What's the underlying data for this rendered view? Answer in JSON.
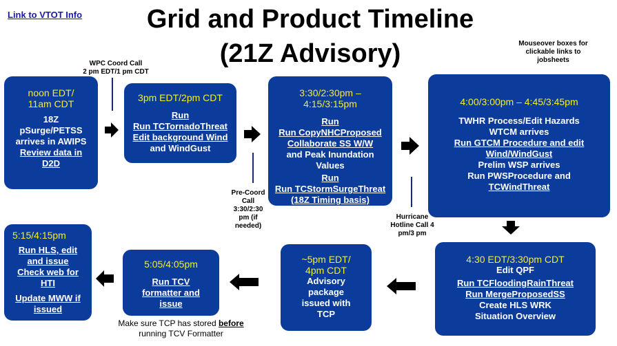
{
  "header": {
    "vtot_link": "Link to VTOT Info",
    "title_line1": "Grid and Product Timeline",
    "title_line2": "(21Z Advisory)",
    "mouseover_note": "Mouseover boxes for clickable links to jobsheets"
  },
  "notes": {
    "wpc_call": "WPC Coord Call",
    "wpc_time": "2 pm EDT/1 pm CDT",
    "precoord": "Pre-Coord Call 3:30/2:30 pm (if needed)",
    "hurricane_hotline": "Hurricane Hotline Call 4 pm/3 pm",
    "tcp_before_1": "Make sure TCP has stored ",
    "tcp_before_bold": "before",
    "tcp_before_2": "running TCV Formatter"
  },
  "boxes": {
    "b1": {
      "time": "noon EDT/ 11am CDT",
      "l1": "18Z pSurge/PETSS arrives in AWIPS",
      "l2": "Review data in D2D"
    },
    "b2": {
      "time": "3pm EDT/2pm CDT",
      "l1": "Run TCTornadoThreat",
      "l2": "Edit background Wind",
      "l3": " and WindGust"
    },
    "b3": {
      "time": "3:30/2:30pm – 4:15/3:15pm",
      "l1": "Run CopyNHCProposed",
      "l2": "Collaborate SS W/W",
      "l3": "and Peak Inundation Values",
      "l4": "Run TCStormSurgeThreat",
      "l5": "(18Z Timing basis)"
    },
    "b4": {
      "time": "4:00/3:00pm – 4:45/3:45pm",
      "l1": "TWHR Process/Edit Hazards",
      "l2": "WTCM arrives",
      "l3": "Run GTCM Procedure and edit Wind/WindGust",
      "l4": "Prelim WSP arrives",
      "l5": "Run PWSProcedure and",
      "l6": "TCWindThreat"
    },
    "b5": {
      "time": "4:30 EDT/3:30pm CDT",
      "l1": "Edit QPF",
      "l2": "Run TCFloodingRainThreat",
      "l3": "Run MergeProposedSS",
      "l4": "Create HLS WRK",
      "l5": "Situation Overview"
    },
    "b6": {
      "time": "~5pm EDT/ 4pm CDT",
      "l1": "Advisory package issued with TCP"
    },
    "b7": {
      "time": "5:05/4:05pm",
      "l1": "Run TCV formatter and issue"
    },
    "b8": {
      "time": "5:15/4:15pm",
      "l1": "Run HLS, edit and issue",
      "l2": "Check web for HTI",
      "l3": "Update MWW if issued"
    }
  },
  "colors": {
    "box_fill": "#0b3c9b",
    "time_text": "#f3ef2a",
    "link": "#1a1aa6"
  }
}
